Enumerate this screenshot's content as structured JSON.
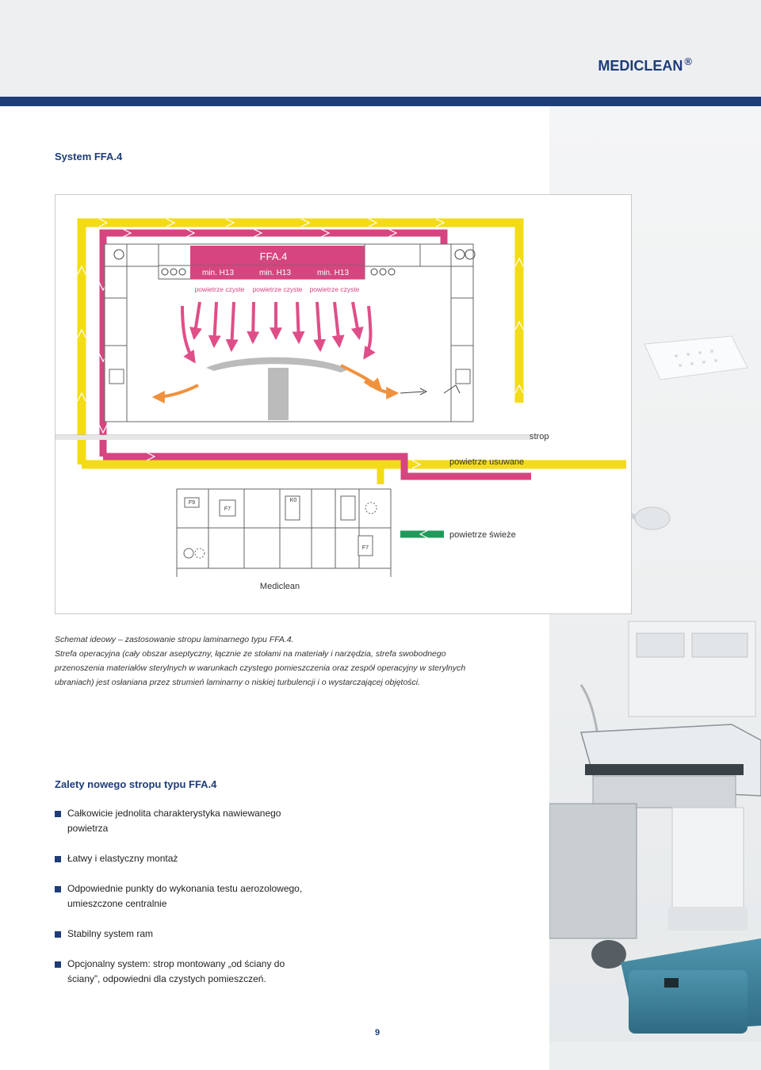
{
  "header": {
    "brand": "MEDICLEAN",
    "brand_mark": "®"
  },
  "section_title": "System FFA.4",
  "diagram": {
    "panel_label": "FFA.4",
    "filters": [
      "min. H13",
      "min. H13",
      "min. H13"
    ],
    "clean_air": [
      "powietrze czyste",
      "powietrze czyste",
      "powietrze czyste"
    ],
    "label_ceiling": "strop",
    "label_exhaust": "powietrze usuwane",
    "label_fresh": "powietrze świeże",
    "label_unit": "Mediclean",
    "unit_tags": [
      "F9",
      "F7",
      "K0",
      "F7"
    ],
    "colors": {
      "supply": "#d6457f",
      "exhaust": "#f3dc16",
      "fresh": "#1f9a5a",
      "flow_arrows": "#df4e88",
      "flow_arrows_warm": "#f0913d"
    }
  },
  "caption": {
    "line1": "Schemat ideowy – zastosowanie stropu laminarnego typu FFA.4.",
    "body": "Strefa operacyjna (cały obszar aseptyczny, łącznie ze stołami na materiały i narzędzia, strefa swobodnego przenoszenia materiałów sterylnych w warunkach czystego pomieszczenia oraz zespół operacyjny w sterylnych ubraniach) jest osłaniana przez strumień laminarny o niskiej turbulencji i o wystarczającej objętości."
  },
  "advantages": {
    "title": "Zalety nowego stropu typu FFA.4",
    "items": [
      "Całkowicie jednolita charakterystyka nawiewanego powietrza",
      "Łatwy i elastyczny montaż",
      "Odpowiednie punkty do wykonania testu aerozolowego, umieszczone centralnie",
      "Stabilny system ram",
      "Opcjonalny system: strop montowany „od ściany do ściany”, odpowiedni dla czystych pomieszczeń."
    ]
  },
  "page_number": "9"
}
